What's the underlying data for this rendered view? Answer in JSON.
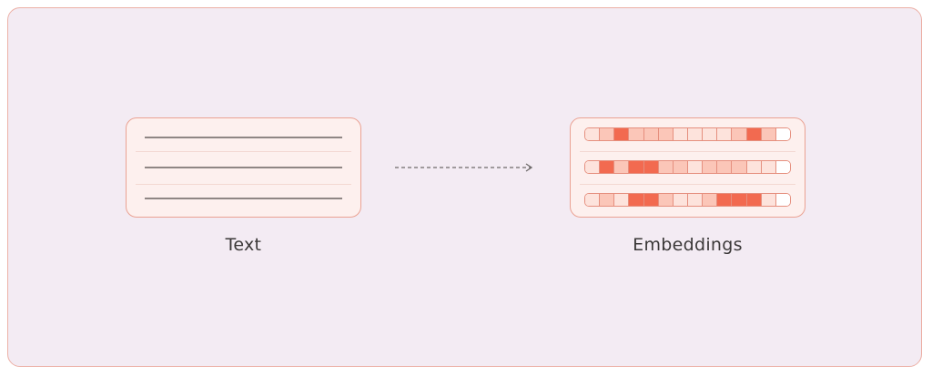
{
  "labels": {
    "text": "Text",
    "embeddings": "Embeddings"
  },
  "colors": {
    "frame_bg": "#f3ebf3",
    "frame_border": "#ecb0a6",
    "card_bg": "#fdf0ee",
    "card_border": "#eaa293",
    "line": "#8f8684",
    "arrow": "#6e6a6a",
    "intensity_palette": [
      "#ffffff",
      "#fde3dc",
      "#fbc6b8",
      "#f8a08c",
      "#f26a50"
    ]
  },
  "embedding_rows": [
    [
      1,
      2,
      4,
      2,
      2,
      2,
      1,
      1,
      1,
      1,
      2,
      4,
      2,
      0
    ],
    [
      1,
      4,
      2,
      4,
      4,
      2,
      2,
      1,
      2,
      2,
      2,
      1,
      1,
      0
    ],
    [
      1,
      2,
      1,
      4,
      4,
      2,
      1,
      1,
      2,
      4,
      4,
      4,
      1,
      0
    ]
  ]
}
